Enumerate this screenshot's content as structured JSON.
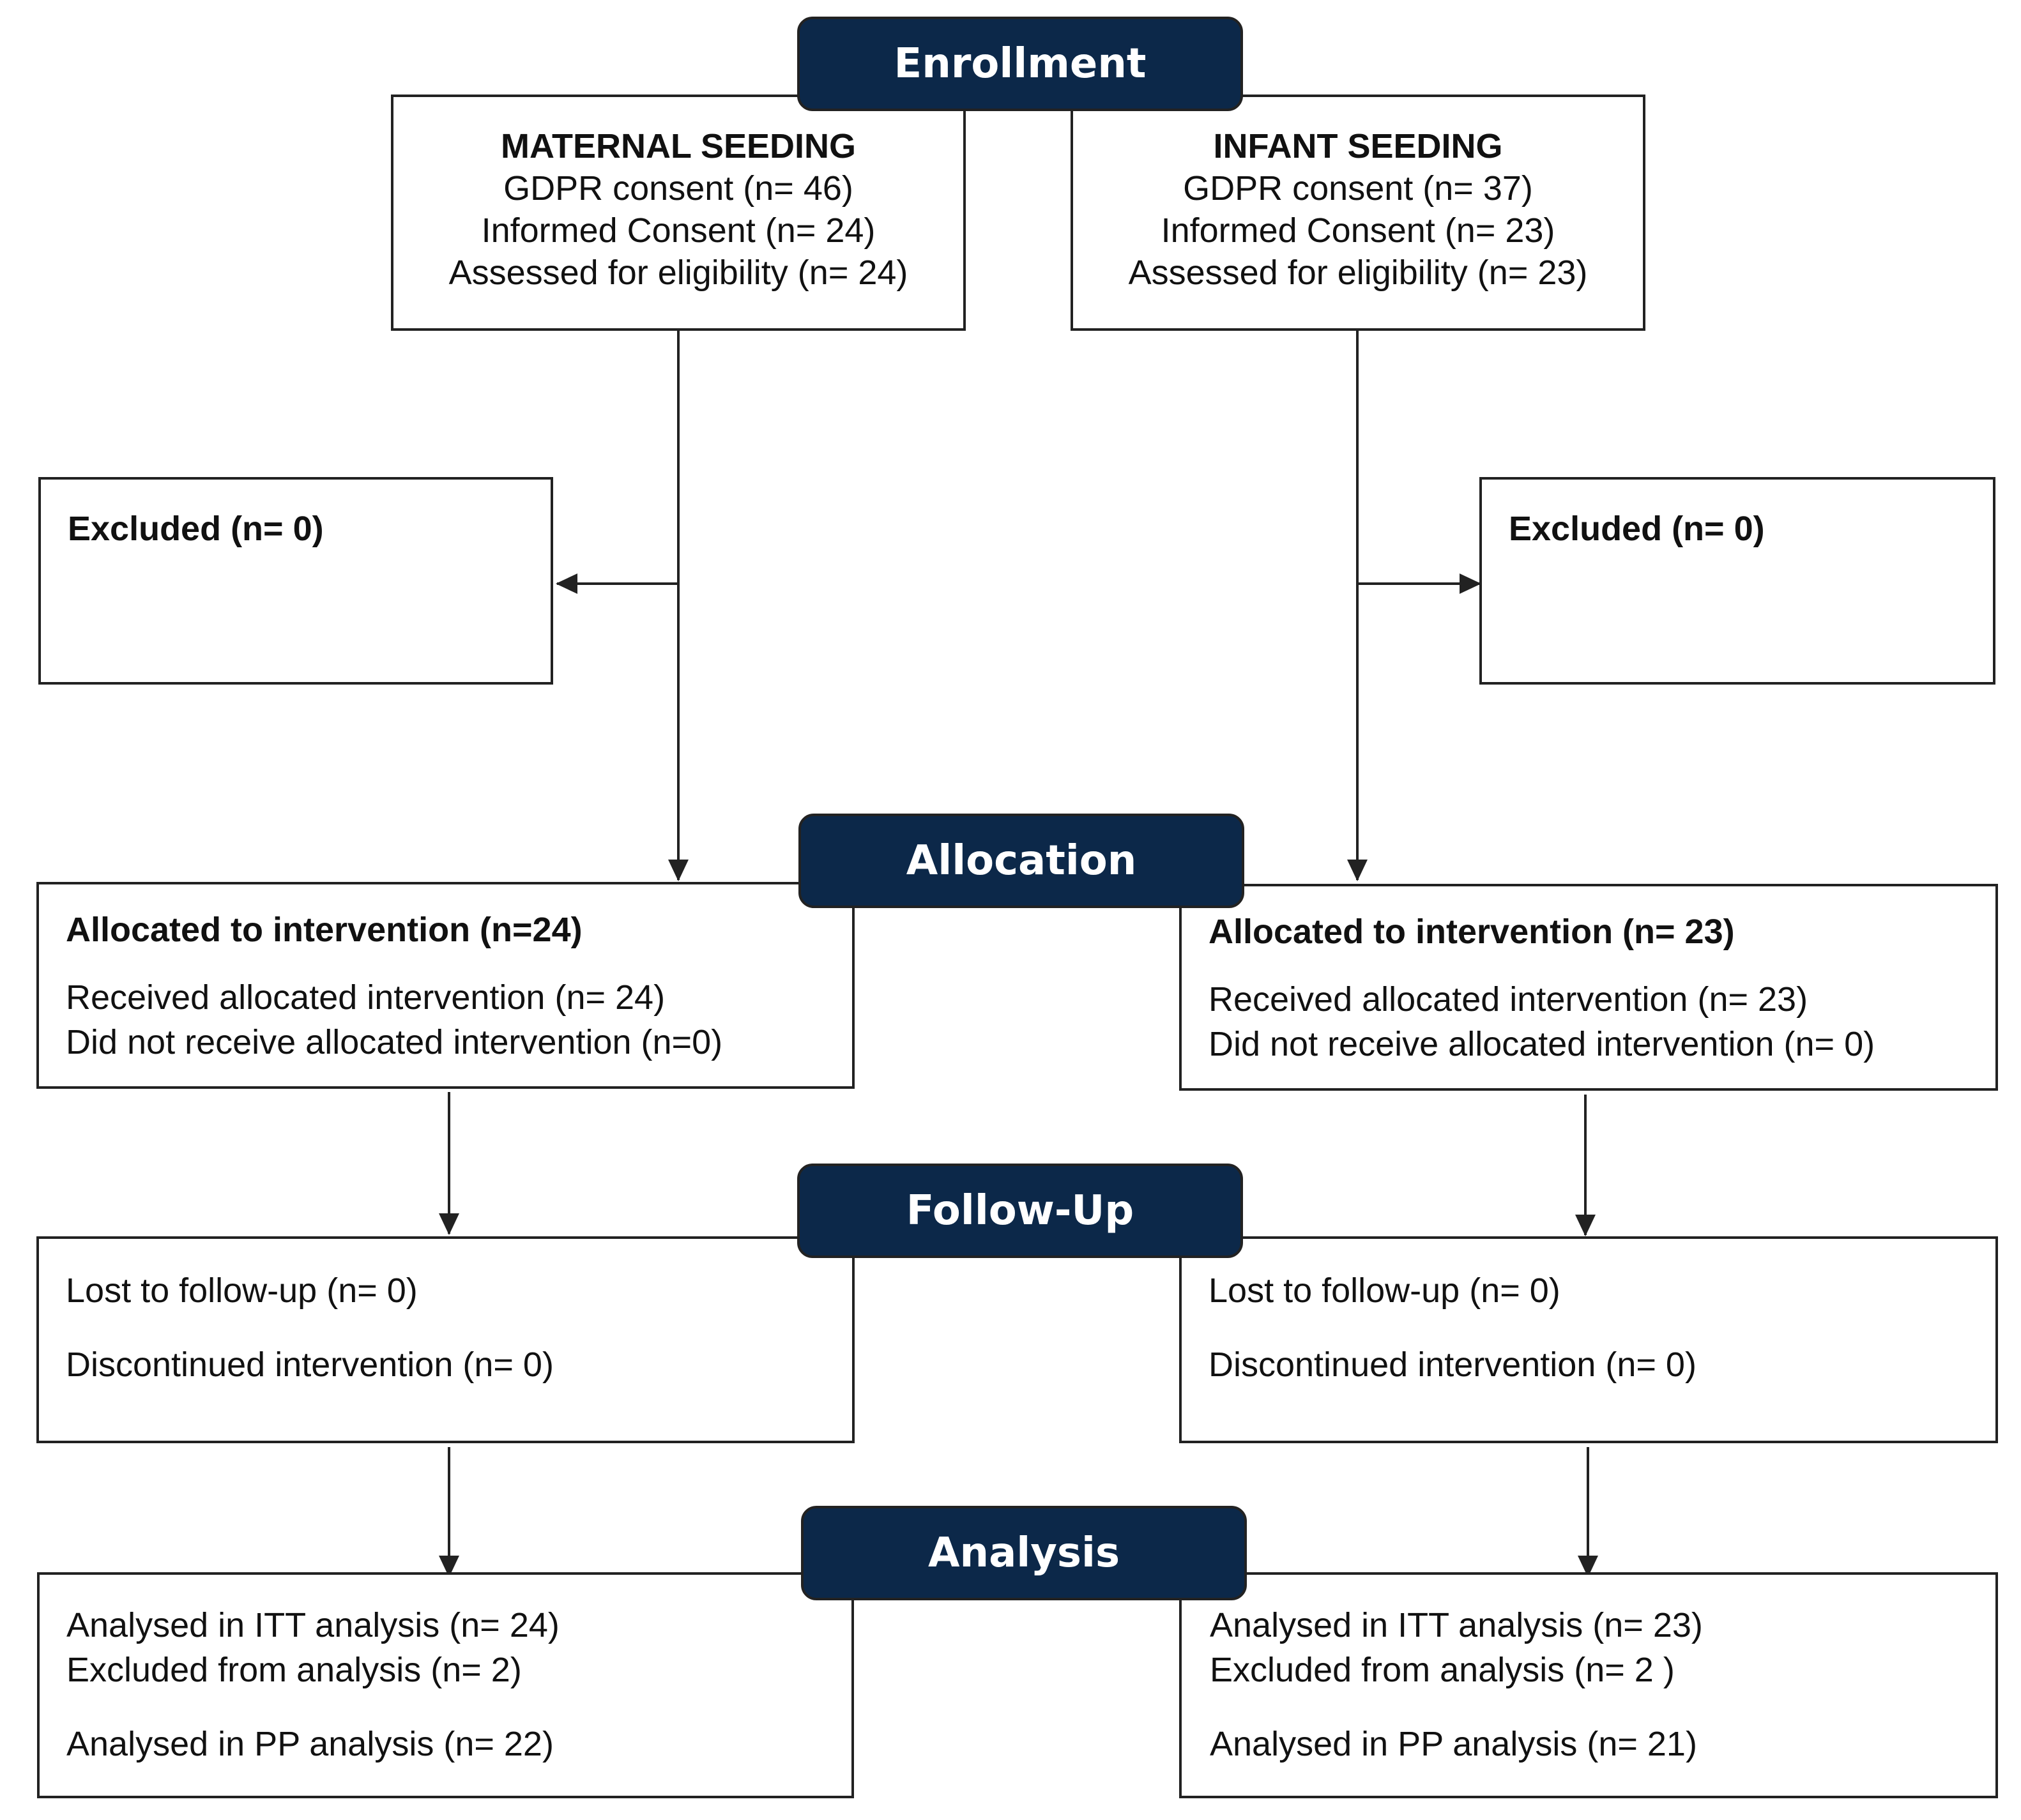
{
  "colors": {
    "header_bg": "#0c2849",
    "header_text": "#ffffff",
    "line": "#222222"
  },
  "headers": {
    "enrollment": "Enrollment",
    "allocation": "Allocation",
    "followup": "Follow-Up",
    "analysis": "Analysis"
  },
  "maternal": {
    "title": "MATERNAL SEEDING",
    "gdpr": "GDPR consent (n= 46)",
    "informed": "Informed Consent (n= 24)",
    "assessed": "Assessed for eligibility (n= 24)",
    "excluded": "Excluded  (n= 0)",
    "allocated": "Allocated to intervention (n=24)",
    "received": "Received allocated intervention (n= 24)",
    "not_received": "Did not receive allocated intervention (n=0)",
    "lost": "Lost to follow-up (n= 0)",
    "discontinued": "Discontinued intervention (n= 0)",
    "itt": "Analysed in ITT analysis  (n= 24)",
    "excluded_analysis": "Excluded from analysis     (n= 2)",
    "pp": "Analysed in PP analysis  (n= 22)"
  },
  "infant": {
    "title": "INFANT SEEDING",
    "gdpr": "GDPR consent (n= 37)",
    "informed": "Informed Consent (n= 23)",
    "assessed": "Assessed for eligibility (n= 23)",
    "excluded": "Excluded  (n= 0)",
    "allocated": "Allocated to intervention (n= 23)",
    "received": "Received allocated intervention (n= 23)",
    "not_received": "Did not receive allocated intervention (n= 0)",
    "lost": "Lost to follow-up (n= 0)",
    "discontinued": "Discontinued intervention (n= 0)",
    "itt": "Analysed in ITT analysis (n= 23)",
    "excluded_analysis": "Excluded from analysis    (n= 2 )",
    "pp": "Analysed in PP analysis  (n= 21)"
  }
}
